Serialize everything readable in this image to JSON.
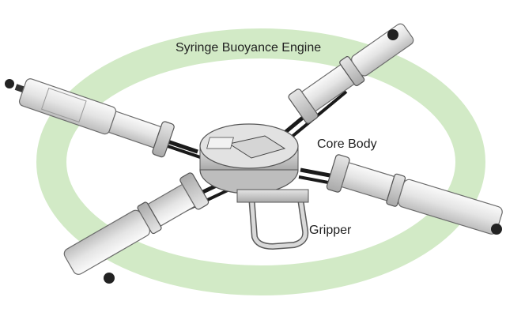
{
  "labels": {
    "engine": "Syringe Buoyance Engine",
    "core": "Core Body",
    "gripper": "Gripper"
  },
  "colors": {
    "ring": "#cfe8c2",
    "ring_edge": "#bfe0b0",
    "tube_fill": "#ececec",
    "tube_edge": "#6b6b6b",
    "rod": "#1a1a1a",
    "background": "#ffffff"
  }
}
